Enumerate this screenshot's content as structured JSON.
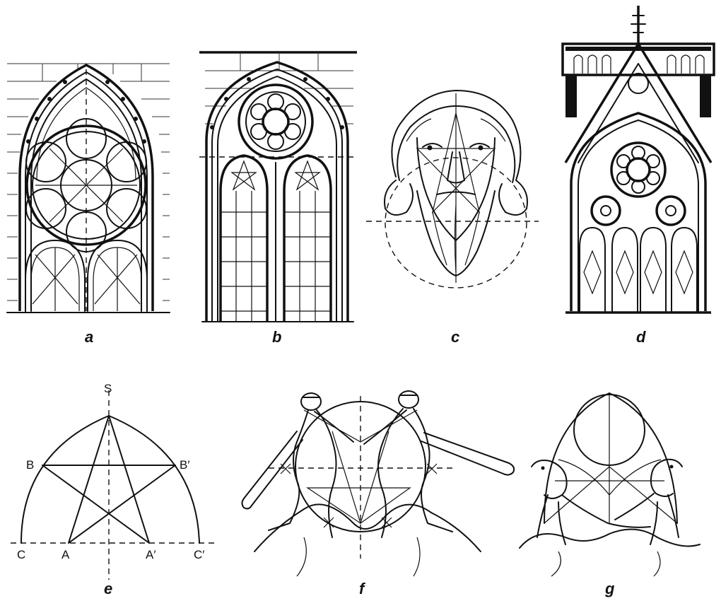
{
  "figure": {
    "panels": [
      {
        "id": "a",
        "label": "a"
      },
      {
        "id": "b",
        "label": "b"
      },
      {
        "id": "c",
        "label": "c"
      },
      {
        "id": "d",
        "label": "d"
      },
      {
        "id": "e",
        "label": "e"
      },
      {
        "id": "f",
        "label": "f"
      },
      {
        "id": "g",
        "label": "g"
      }
    ],
    "points": {
      "S": "S",
      "B": "B",
      "B_prime": "B′",
      "C": "C",
      "A": "A",
      "A_prime": "A′",
      "C_prime": "C′"
    }
  }
}
